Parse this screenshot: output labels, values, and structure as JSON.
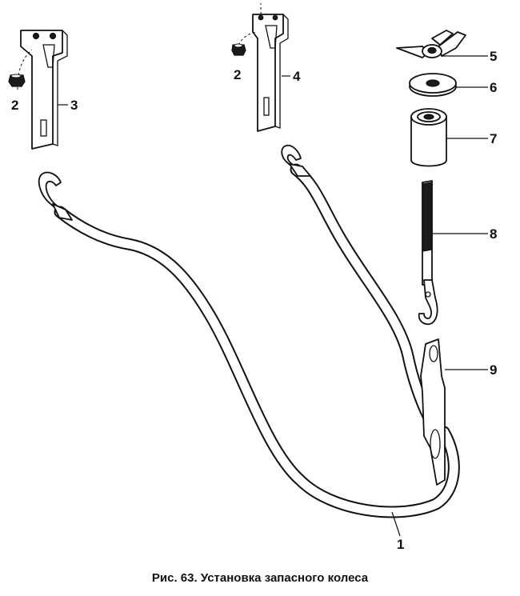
{
  "caption": "Рис. 63. Установка запасного колеса",
  "callouts": {
    "c1": "1",
    "c2a": "2",
    "c2b": "2",
    "c3": "3",
    "c4": "4",
    "c5": "5",
    "c6": "6",
    "c7": "7",
    "c8": "8",
    "c9": "9"
  }
}
